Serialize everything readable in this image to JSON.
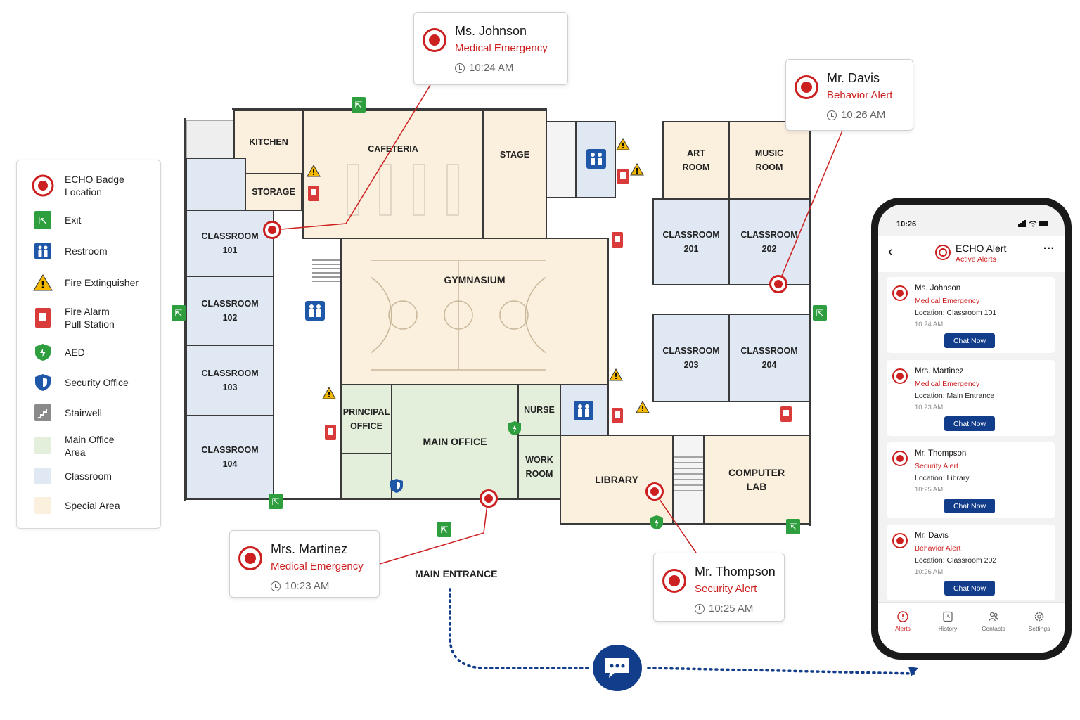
{
  "legend": {
    "items": [
      {
        "label": "ECHO Badge\nLocation",
        "icon": "echo-badge-icon"
      },
      {
        "label": "Exit",
        "icon": "exit-icon"
      },
      {
        "label": "Restroom",
        "icon": "restroom-icon"
      },
      {
        "label": "Fire Extinguisher",
        "icon": "fire-extinguisher-icon"
      },
      {
        "label": "Fire Alarm\nPull Station",
        "icon": "fire-alarm-icon"
      },
      {
        "label": "AED",
        "icon": "aed-icon"
      },
      {
        "label": "Security Office",
        "icon": "security-shield-icon"
      },
      {
        "label": "Stairwell",
        "icon": "stairwell-icon"
      },
      {
        "label": "Main Office\nArea",
        "icon": "main-office-swatch"
      },
      {
        "label": "Classroom",
        "icon": "classroom-swatch"
      },
      {
        "label": "Special Area",
        "icon": "special-area-swatch"
      }
    ]
  },
  "rooms": {
    "kitchen": "KITCHEN",
    "storage": "STORAGE",
    "cafeteria": "CAFETERIA",
    "stage": "STAGE",
    "art": "ART\nROOM",
    "music": "MUSIC\nROOM",
    "c101": "CLASSROOM\n101",
    "c102": "CLASSROOM\n102",
    "c103": "CLASSROOM\n103",
    "c104": "CLASSROOM\n104",
    "gym": "GYMNASIUM",
    "c201": "CLASSROOM\n201",
    "c202": "CLASSROOM\n202",
    "c203": "CLASSROOM\n203",
    "c204": "CLASSROOM\n204",
    "principal": "PRINCIPAL\nOFFICE",
    "main_office": "MAIN OFFICE",
    "nurse": "NURSE",
    "work_room": "WORK\nROOM",
    "library": "LIBRARY",
    "computer_lab": "COMPUTER\nLAB"
  },
  "main_entrance_label": "MAIN ENTRANCE",
  "callouts": [
    {
      "name": "Ms. Johnson",
      "type": "Medical Emergency",
      "time": "10:24 AM"
    },
    {
      "name": "Mr. Davis",
      "type": "Behavior Alert",
      "time": "10:26 AM"
    },
    {
      "name": "Mrs. Martinez",
      "type": "Medical Emergency",
      "time": "10:23 AM"
    },
    {
      "name": "Mr. Thompson",
      "type": "Security Alert",
      "time": "10:25 AM"
    }
  ],
  "phone": {
    "status_time": "10:26",
    "app_title": "ECHO Alert",
    "app_subtitle": "Active Alerts",
    "cards": [
      {
        "name": "Ms. Johnson",
        "type": "Medical Emergency",
        "location": "Location: Classroom 101",
        "time": "10:24 AM",
        "button": "Chat Now"
      },
      {
        "name": "Mrs. Martinez",
        "type": "Medical Emergency",
        "location": "Location: Main Entrance",
        "time": "10:23 AM",
        "button": "Chat Now"
      },
      {
        "name": "Mr. Thompson",
        "type": "Security Alert",
        "location": "Location: Library",
        "time": "10:25 AM",
        "button": "Chat Now"
      },
      {
        "name": "Mr. Davis",
        "type": "Behavior Alert",
        "location": "Location: Classroom 202",
        "time": "10:26 AM",
        "button": "Chat Now"
      }
    ],
    "tabs": [
      {
        "label": "Alerts",
        "icon": "alert-circle-icon",
        "active": true
      },
      {
        "label": "History",
        "icon": "history-icon",
        "active": false
      },
      {
        "label": "Contacts",
        "icon": "contacts-icon",
        "active": false
      },
      {
        "label": "Settings",
        "icon": "gear-icon",
        "active": false
      }
    ]
  },
  "colors": {
    "alert_red": "#cc1f1f",
    "brand_blue": "#123d8a",
    "classroom": "#dfe8f3",
    "special_area": "#fbefdd",
    "main_office": "#e3eedb",
    "exit_green": "#2e9e3e",
    "restroom_blue": "#1f58a8"
  }
}
